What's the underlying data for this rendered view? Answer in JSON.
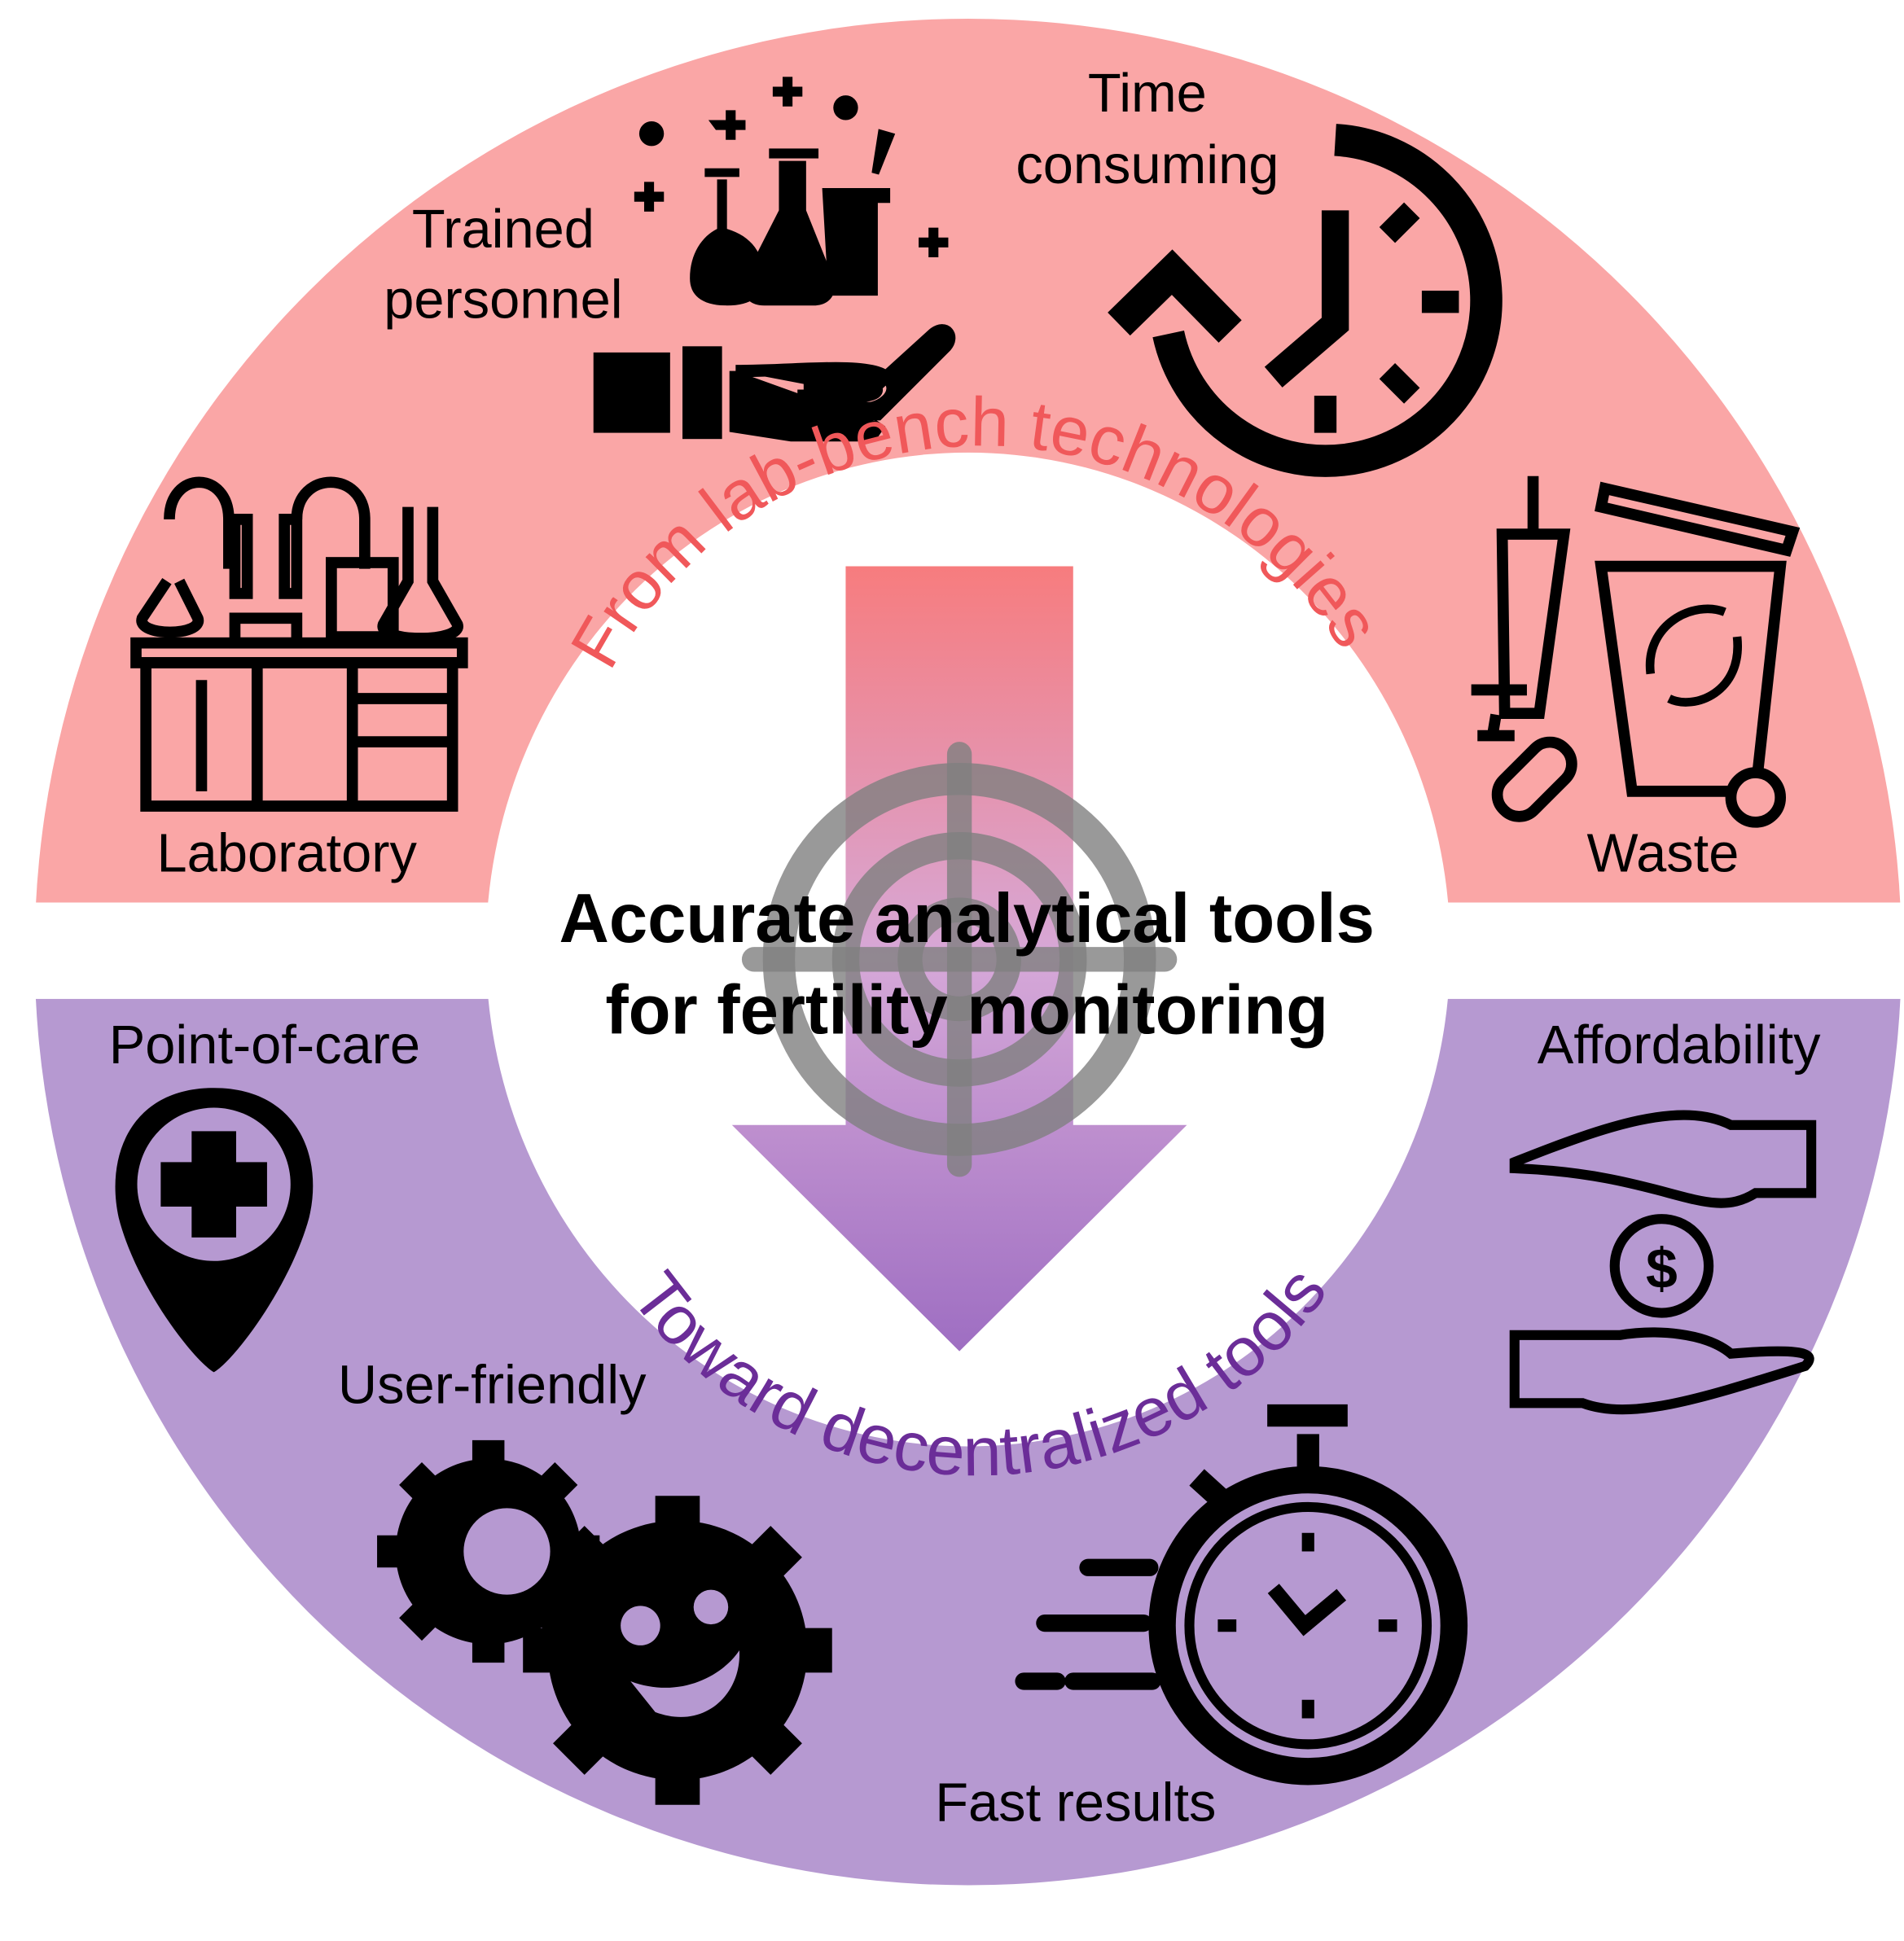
{
  "center_title": {
    "line1": "Accurate analytical tools",
    "line2": "for fertility monitoring"
  },
  "arc_top": "From lab-bench technologies",
  "arc_bottom": "Toward decentralized tools",
  "top_labels": {
    "trained_line1": "Trained",
    "trained_line2": "personnel",
    "time_line1": "Time",
    "time_line2": "consuming",
    "laboratory": "Laboratory",
    "waste": "Waste"
  },
  "bottom_labels": {
    "point_of_care": "Point-of-care",
    "affordability": "Affordability",
    "user_friendly": "User-friendly",
    "fast_results": "Fast results",
    "dollar": "$"
  },
  "colors": {
    "top_half": "#FAA6A6",
    "bottom_half": "#B699D1",
    "top_arc_text": "#F0585A",
    "bottom_arc_text": "#6B2D98",
    "arrow_top": "#F77C7E",
    "arrow_bottom": "#9E6EC2",
    "target": "#808080"
  }
}
